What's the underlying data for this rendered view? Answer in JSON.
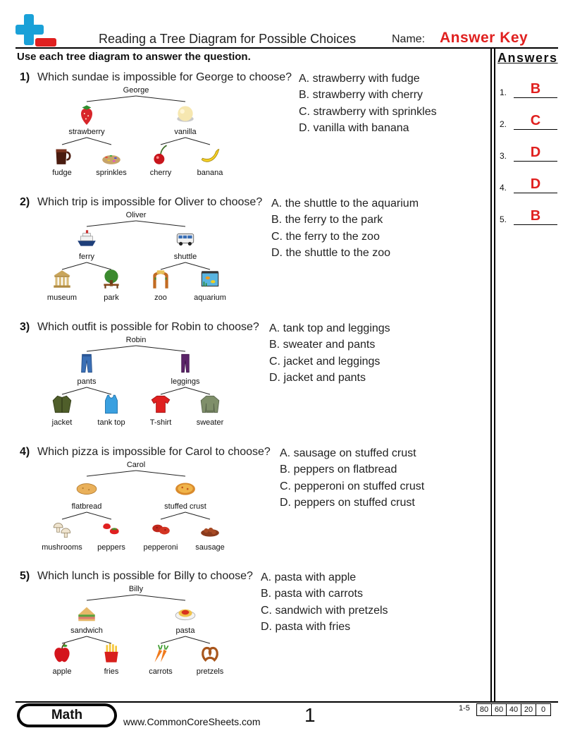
{
  "header": {
    "title": "Reading a Tree Diagram for Possible Choices",
    "name_label": "Name:",
    "answer_key": "Answer Key",
    "instructions": "Use each tree diagram to answer the question."
  },
  "answers": {
    "title": "Answers",
    "items": [
      {
        "num": "1.",
        "value": "B"
      },
      {
        "num": "2.",
        "value": "C"
      },
      {
        "num": "3.",
        "value": "D"
      },
      {
        "num": "4.",
        "value": "D"
      },
      {
        "num": "5.",
        "value": "B"
      }
    ]
  },
  "questions": [
    {
      "num": "1)",
      "text": "Which sundae is impossible for George to choose?",
      "root": "George",
      "level1": [
        {
          "label": "strawberry",
          "icon": "strawberry-icon"
        },
        {
          "label": "vanilla",
          "icon": "ice-cream-icon"
        }
      ],
      "level2": [
        {
          "label": "fudge",
          "icon": "fudge-icon"
        },
        {
          "label": "sprinkles",
          "icon": "sprinkles-icon"
        },
        {
          "label": "cherry",
          "icon": "cherry-icon"
        },
        {
          "label": "banana",
          "icon": "banana-icon"
        }
      ],
      "choices": [
        "A. strawberry with fudge",
        "B. strawberry with cherry",
        "C. strawberry with sprinkles",
        "D. vanilla with banana"
      ]
    },
    {
      "num": "2)",
      "text": "Which trip is impossible for Oliver to choose?",
      "root": "Oliver",
      "level1": [
        {
          "label": "ferry",
          "icon": "ferry-icon"
        },
        {
          "label": "shuttle",
          "icon": "shuttle-icon"
        }
      ],
      "level2": [
        {
          "label": "museum",
          "icon": "museum-icon"
        },
        {
          "label": "park",
          "icon": "park-icon"
        },
        {
          "label": "zoo",
          "icon": "zoo-icon"
        },
        {
          "label": "aquarium",
          "icon": "aquarium-icon"
        }
      ],
      "choices": [
        "A. the shuttle to the aquarium",
        "B. the ferry to the park",
        "C. the ferry to the zoo",
        "D. the shuttle to the zoo"
      ]
    },
    {
      "num": "3)",
      "text": "Which outfit is possible for Robin to choose?",
      "root": "Robin",
      "level1": [
        {
          "label": "pants",
          "icon": "pants-icon"
        },
        {
          "label": "leggings",
          "icon": "leggings-icon"
        }
      ],
      "level2": [
        {
          "label": "jacket",
          "icon": "jacket-icon"
        },
        {
          "label": "tank top",
          "icon": "tank-top-icon"
        },
        {
          "label": "T-shirt",
          "icon": "t-shirt-icon"
        },
        {
          "label": "sweater",
          "icon": "sweater-icon"
        }
      ],
      "choices": [
        "A. tank top and leggings",
        "B. sweater and pants",
        "C. jacket and leggings",
        "D. jacket and pants"
      ]
    },
    {
      "num": "4)",
      "text": "Which pizza is impossible for Carol to choose?",
      "root": "Carol",
      "level1": [
        {
          "label": "flatbread",
          "icon": "flatbread-icon"
        },
        {
          "label": "stuffed crust",
          "icon": "stuffed-crust-icon"
        }
      ],
      "level2": [
        {
          "label": "mushrooms",
          "icon": "mushrooms-icon"
        },
        {
          "label": "peppers",
          "icon": "peppers-icon"
        },
        {
          "label": "pepperoni",
          "icon": "pepperoni-icon"
        },
        {
          "label": "sausage",
          "icon": "sausage-icon"
        }
      ],
      "choices": [
        "A. sausage on stuffed crust",
        "B. peppers on flatbread",
        "C. pepperoni on stuffed crust",
        "D. peppers on stuffed crust"
      ]
    },
    {
      "num": "5)",
      "text": "Which lunch is possible for Billy to choose?",
      "root": "Billy",
      "level1": [
        {
          "label": "sandwich",
          "icon": "sandwich-icon"
        },
        {
          "label": "pasta",
          "icon": "pasta-icon"
        }
      ],
      "level2": [
        {
          "label": "apple",
          "icon": "apple-icon"
        },
        {
          "label": "fries",
          "icon": "fries-icon"
        },
        {
          "label": "carrots",
          "icon": "carrots-icon"
        },
        {
          "label": "pretzels",
          "icon": "pretzels-icon"
        }
      ],
      "choices": [
        "A. pasta with apple",
        "B. pasta with carrots",
        "C. sandwich with pretzels",
        "D. pasta with fries"
      ]
    }
  ],
  "footer": {
    "subject": "Math",
    "site": "www.CommonCoreSheets.com",
    "page": "1",
    "score_range": "1-5",
    "scores": [
      "80",
      "60",
      "40",
      "20",
      "0"
    ]
  },
  "colors": {
    "accent": "#e0201f",
    "logo_blue": "#1aa1d8",
    "logo_red": "#e0201f"
  }
}
